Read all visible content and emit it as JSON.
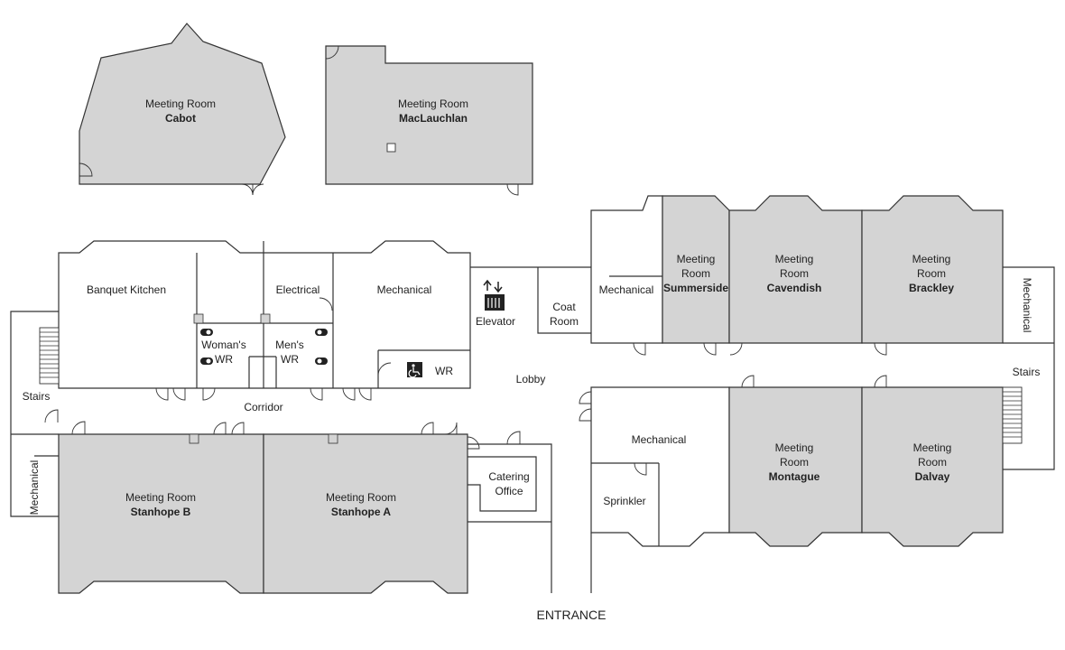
{
  "rooms": {
    "cabot": {
      "line1": "Meeting Room",
      "name": "Cabot"
    },
    "maclauchlan": {
      "line1": "Meeting Room",
      "name": "MacLauchlan"
    },
    "summerside": {
      "line1": "Meeting",
      "line2": "Room",
      "name": "Summerside"
    },
    "cavendish": {
      "line1": "Meeting",
      "line2": "Room",
      "name": "Cavendish"
    },
    "brackley": {
      "line1": "Meeting",
      "line2": "Room",
      "name": "Brackley"
    },
    "montague": {
      "line1": "Meeting",
      "line2": "Room",
      "name": "Montague"
    },
    "dalvay": {
      "line1": "Meeting",
      "line2": "Room",
      "name": "Dalvay"
    },
    "stanhope_b": {
      "line1": "Meeting Room",
      "name": "Stanhope B"
    },
    "stanhope_a": {
      "line1": "Meeting Room",
      "name": "Stanhope A"
    }
  },
  "labels": {
    "banquet_kitchen": "Banquet Kitchen",
    "electrical": "Electrical",
    "mechanical": "Mechanical",
    "womens_1": "Woman's",
    "womens_2": "WR",
    "mens_1": "Men's",
    "mens_2": "WR",
    "accessible_wr": "WR",
    "elevator": "Elevator",
    "coat_1": "Coat",
    "coat_2": "Room",
    "lobby": "Lobby",
    "corridor": "Corridor",
    "stairs_left": "Stairs",
    "stairs_right": "Stairs",
    "mechanical_left": "Mechanical",
    "mechanical_east": "Mechanical",
    "mechanical_right_vertical": "Mechanical",
    "mechanical_lower": "Mechanical",
    "catering_1": "Catering",
    "catering_2": "Office",
    "sprinkler": "Sprinkler",
    "entrance": "ENTRANCE"
  },
  "icons": {
    "elevator": "elevator-icon",
    "accessible": "wheelchair-icon",
    "toilet": "toilet-icon"
  },
  "colors": {
    "meeting_room_fill": "#d4d4d4",
    "wall": "#333333",
    "service_room_fill": "#ffffff"
  }
}
